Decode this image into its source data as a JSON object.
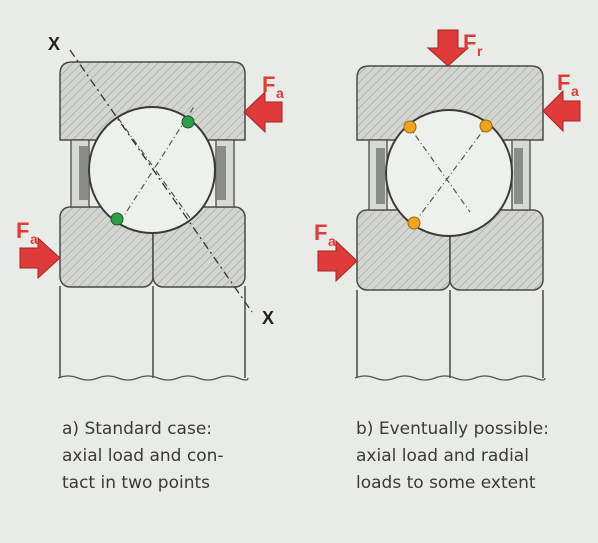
{
  "colors": {
    "background": "#e9ebe6",
    "arrow": "#e03b3b",
    "contact_green": "#2f9e48",
    "contact_orange": "#f0a51c",
    "outline": "#4a4a4a"
  },
  "diagram_a": {
    "axis_label_top": "X",
    "axis_label_bottom": "X",
    "force_label_right": "F",
    "force_label_right_sub": "a",
    "force_label_left": "F",
    "force_label_left_sub": "a"
  },
  "diagram_b": {
    "force_label_top": "F",
    "force_label_top_sub": "r",
    "force_label_right": "F",
    "force_label_right_sub": "a",
    "force_label_left": "F",
    "force_label_left_sub": "a"
  },
  "captions": {
    "a": [
      "a) Standard case:",
      "axial load and con-",
      "tact in two points"
    ],
    "b": [
      "b) Eventually possible:",
      "axial load and radial",
      "loads to some extent"
    ]
  },
  "icons": [
    "force-arrow-icon",
    "contact-point-icon",
    "ball-icon"
  ]
}
